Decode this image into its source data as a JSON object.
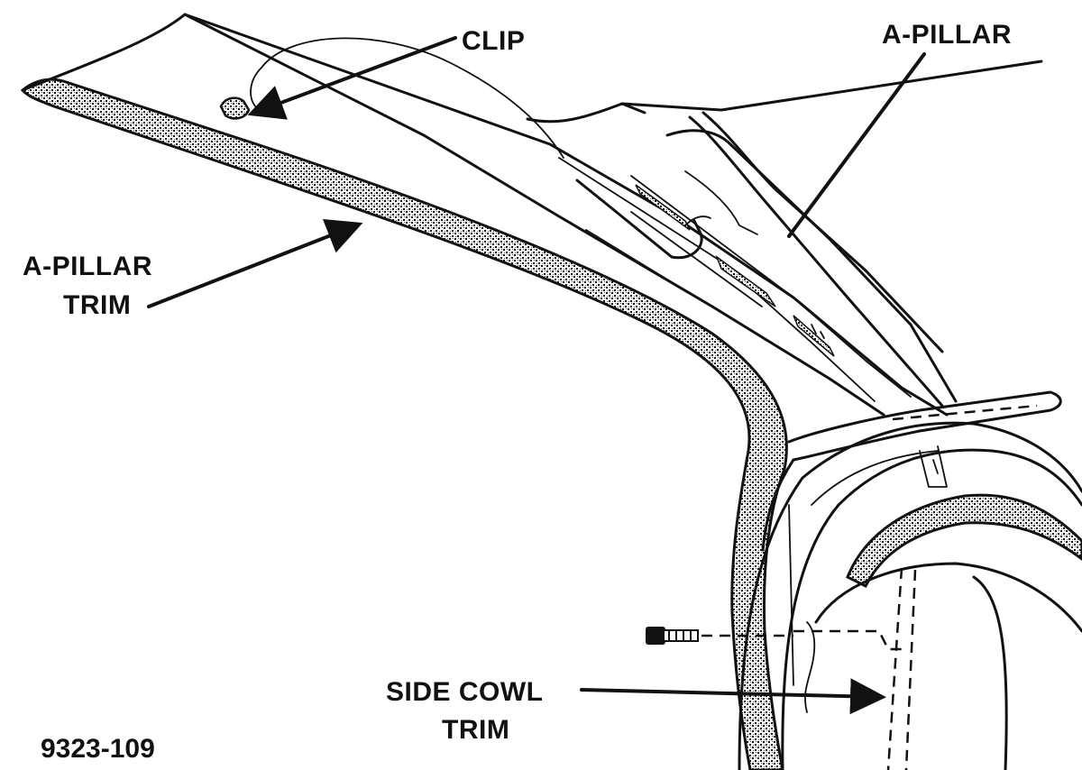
{
  "labels": {
    "clip": "CLIP",
    "a_pillar": "A-PILLAR",
    "a_pillar_trim_line1": "A-PILLAR",
    "a_pillar_trim_line2": "TRIM",
    "side_cowl_trim_line1": "SIDE COWL",
    "side_cowl_trim_line2": "TRIM"
  },
  "figure_number": "9323-109",
  "colors": {
    "ink": "#111111",
    "paper": "#ffffff",
    "trim_texture": "#b8b8b8"
  }
}
